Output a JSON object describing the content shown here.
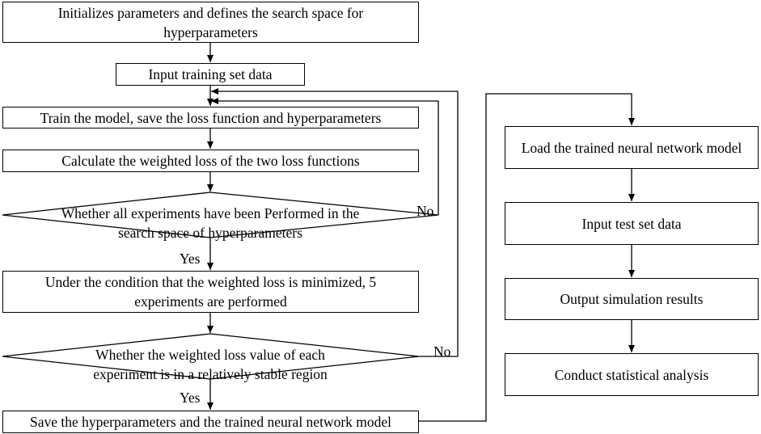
{
  "flowchart": {
    "left": {
      "init": "Initializes parameters and defines the search space for hyperparameters",
      "input_training": "Input training set data",
      "train": "Train the model, save the loss function and hyperparameters",
      "weighted": "Calculate the weighted loss of the two loss functions",
      "decision1": "Whether all experiments have been Performed in the search space of hyperparameters",
      "decision1_yes": "Yes",
      "decision1_no": "No",
      "minimize": "Under the condition that the weighted loss is minimized, 5 experiments are performed",
      "decision2": "Whether the weighted loss value of each experiment is in a relatively stable region",
      "decision2_yes": "Yes",
      "decision2_no": "No",
      "save": "Save the hyperparameters and the trained neural network model"
    },
    "right": {
      "load": "Load the trained neural network model",
      "input_test": "Input test set data",
      "output": "Output simulation results",
      "analysis": "Conduct statistical analysis"
    }
  }
}
